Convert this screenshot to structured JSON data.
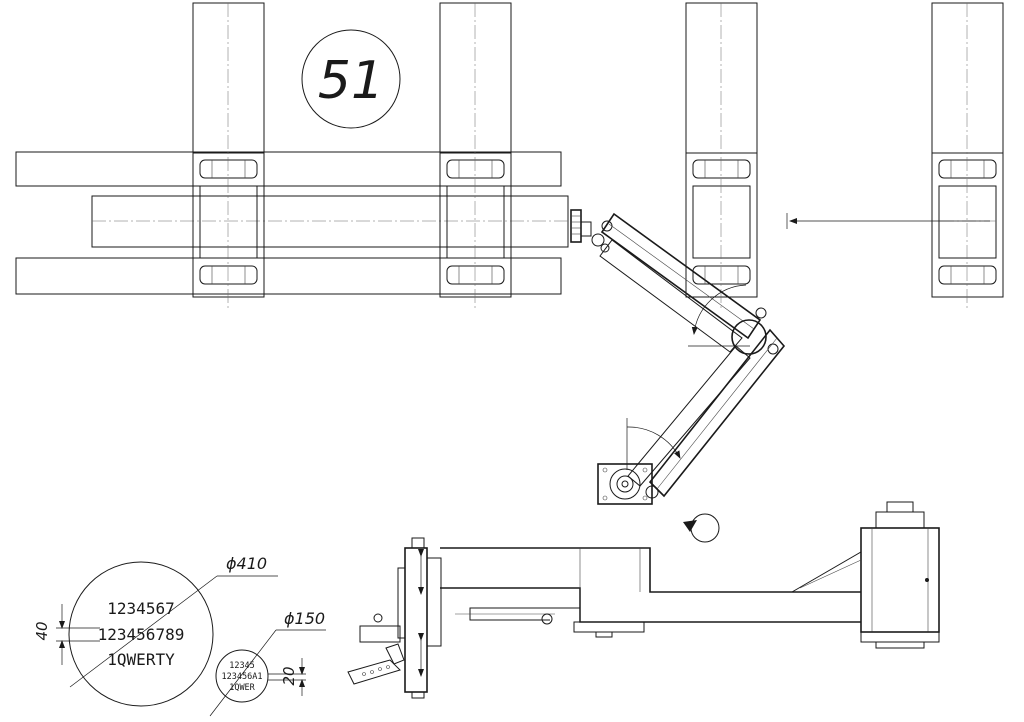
{
  "drawing": {
    "sheet_number": "51",
    "stroke_color": "#1a1a1a",
    "background_color": "#ffffff"
  },
  "large_disc": {
    "diameter_label": "ϕ410",
    "lines": [
      "1234567",
      "123456789",
      "1QWERTY"
    ],
    "height_dimension": "40"
  },
  "small_disc": {
    "diameter_label": "ϕ150",
    "lines": [
      "12345",
      "123456A1",
      "1QWER"
    ],
    "height_dimension": "20"
  },
  "icons": {
    "rotation_symbol": "rotation-arrow-icon",
    "direction_arrow": "direction-arrow-icon"
  }
}
